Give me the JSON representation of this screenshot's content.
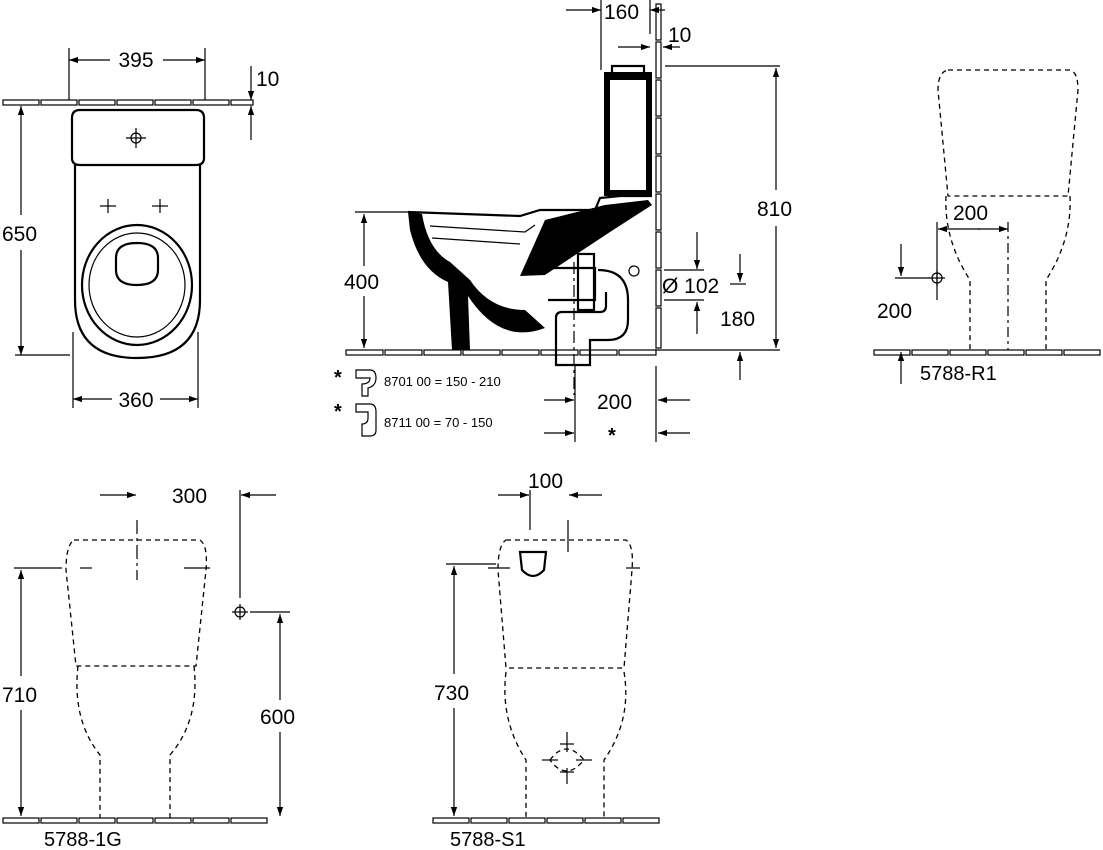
{
  "dimensions": {
    "top_width": "395",
    "top_wall_gap": "10",
    "top_depth": "650",
    "top_base_width": "360",
    "side_tank_offset": "160",
    "side_wall_gap": "10",
    "side_height": "810",
    "side_seat_height": "400",
    "side_pipe_diameter": "Ø 102",
    "side_outlet_height": "180",
    "side_floor_offset": "200",
    "r1_width": "200",
    "r1_height": "200",
    "g1_offset": "300",
    "g1_height": "710",
    "g1_inlet_height": "600",
    "s1_offset": "100",
    "s1_height": "730"
  },
  "accessories": [
    {
      "marker": "*",
      "text": "8701 00  = 150 - 210"
    },
    {
      "marker": "*",
      "text": "8711 00  = 70 -   150"
    }
  ],
  "footnote_marker": "*",
  "models": {
    "r1": "5788-R1",
    "g1": "5788-1G",
    "s1": "5788-S1"
  }
}
